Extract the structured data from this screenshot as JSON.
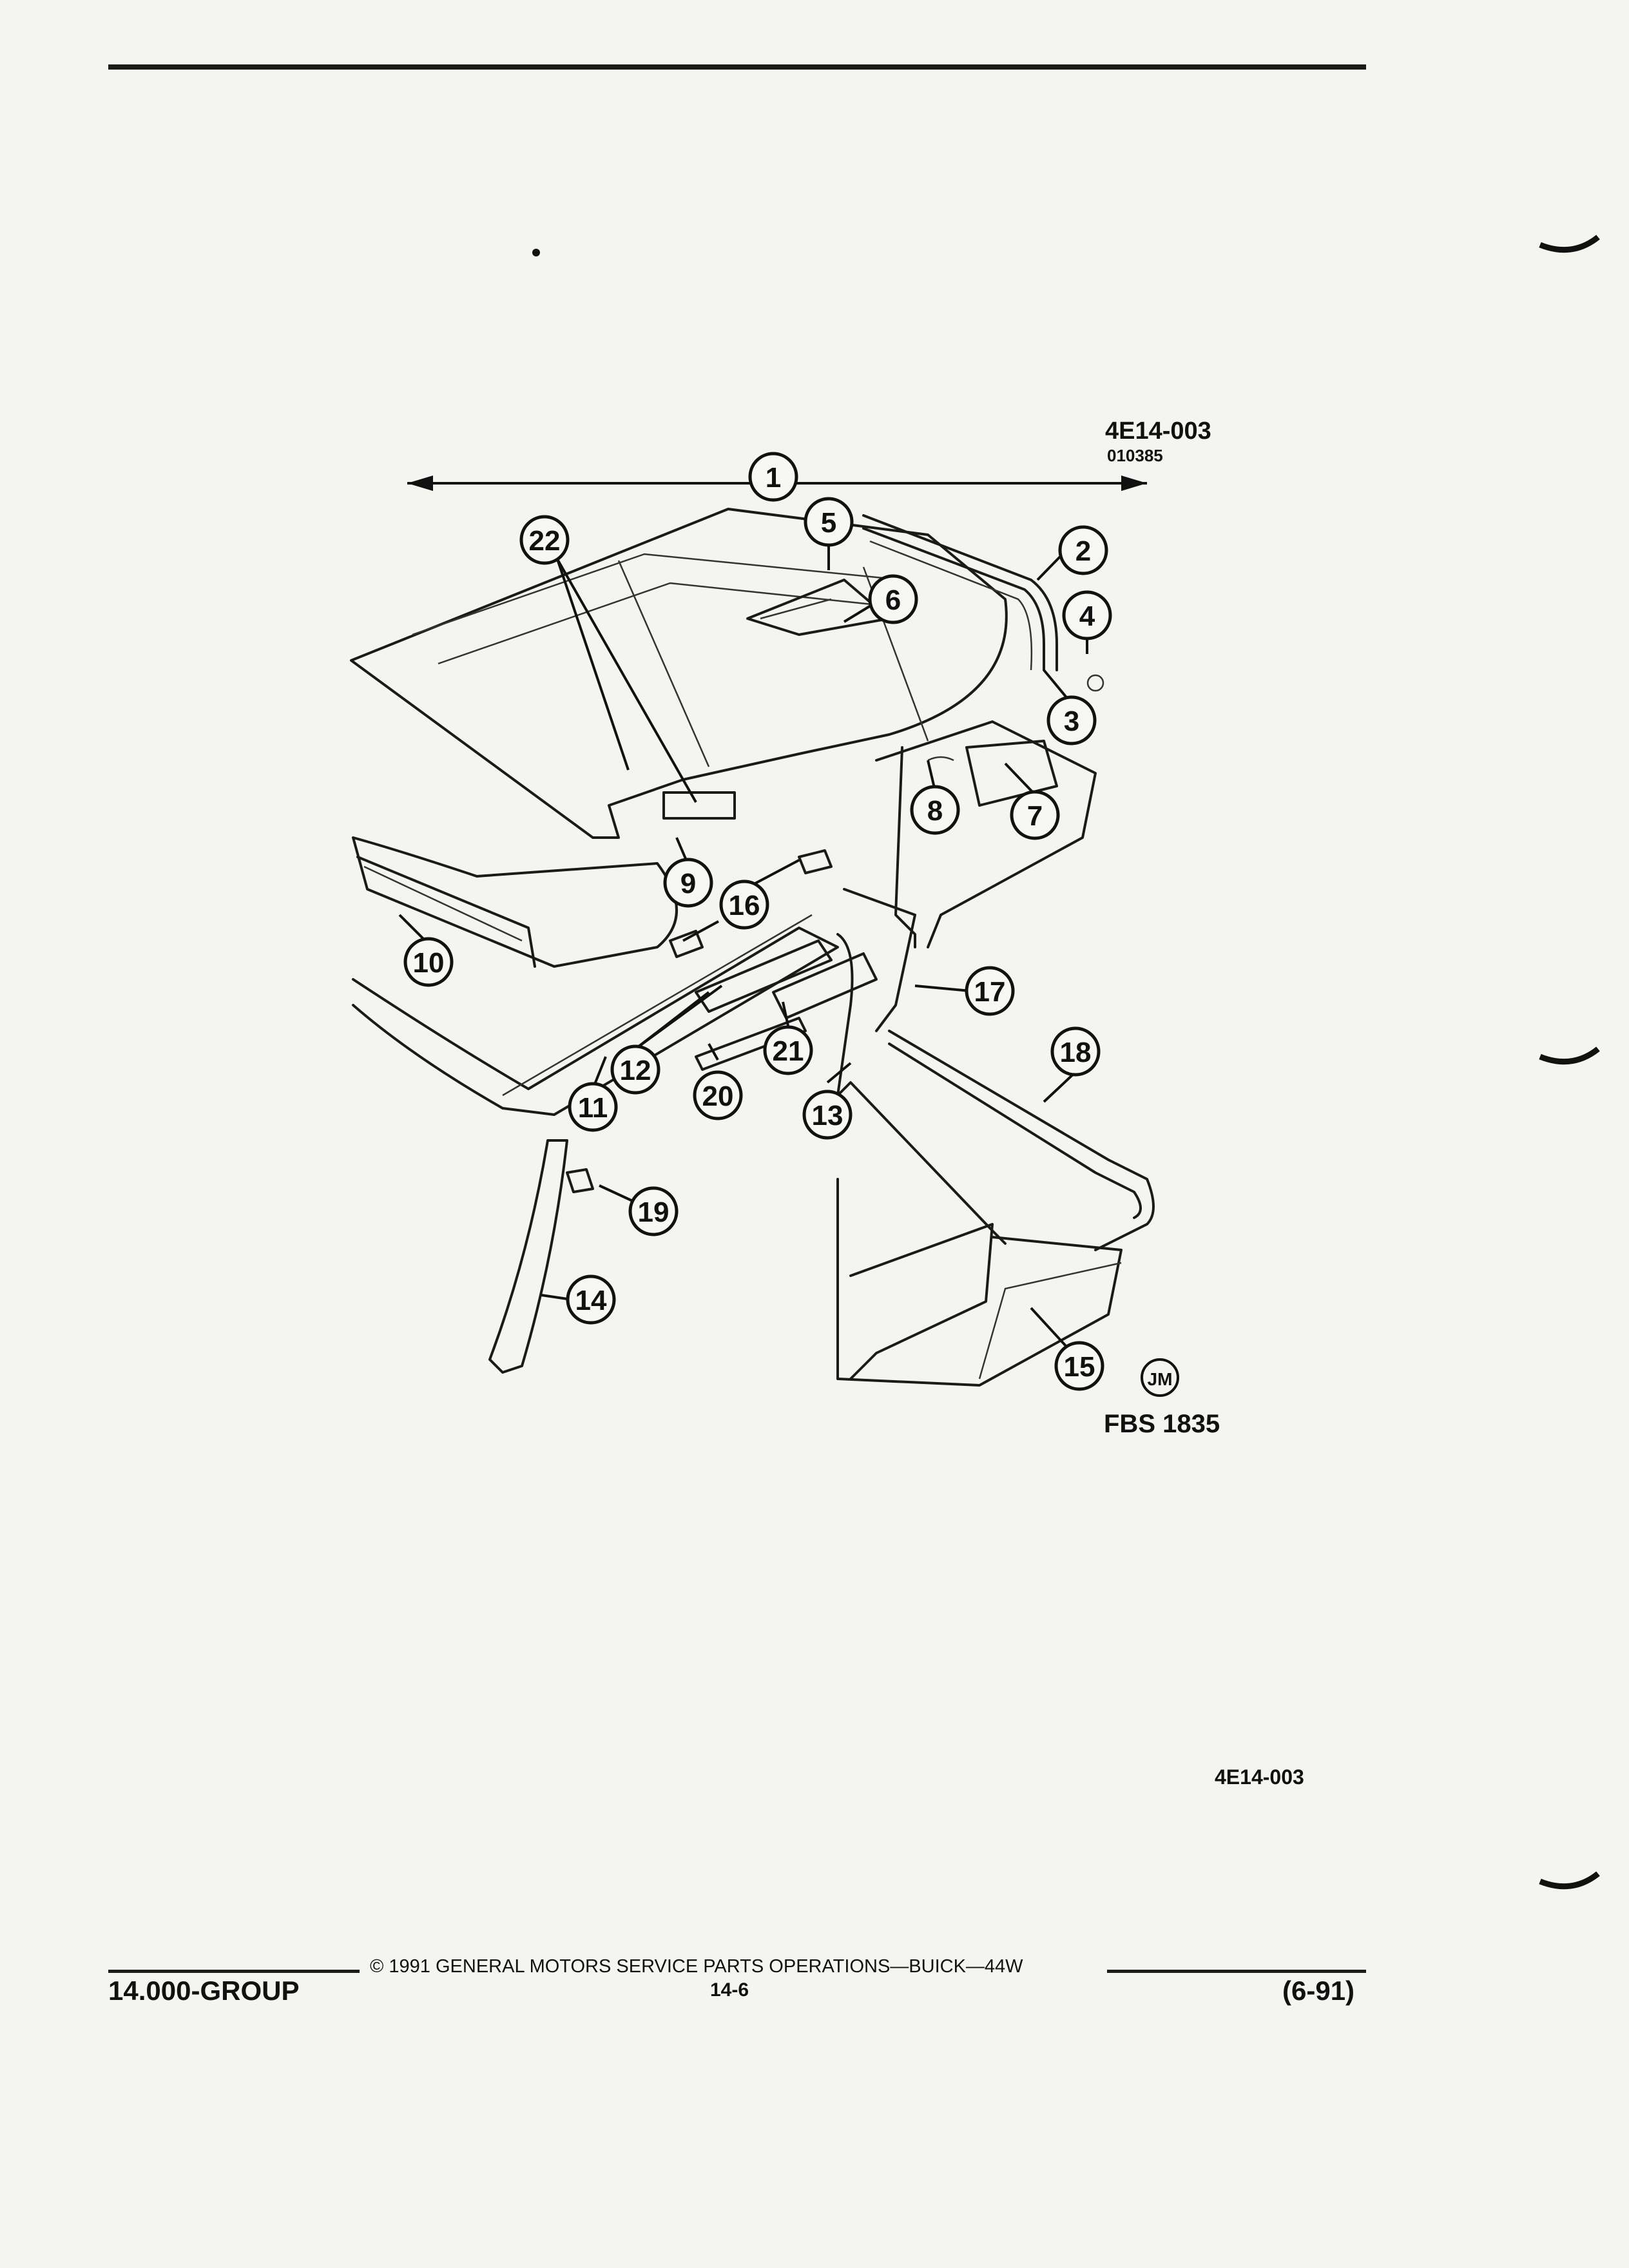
{
  "diagram": {
    "ref_code": "4E14-003",
    "ref_date": "010385",
    "figure_code": "FBS 1835",
    "artist_mark": "JM",
    "bottom_code": "4E14-003",
    "callouts": [
      "1",
      "2",
      "3",
      "4",
      "5",
      "6",
      "7",
      "8",
      "9",
      "10",
      "11",
      "12",
      "13",
      "14",
      "15",
      "16",
      "17",
      "18",
      "19",
      "20",
      "21",
      "22"
    ]
  },
  "footer": {
    "copyright": "© 1991 GENERAL MOTORS SERVICE PARTS OPERATIONS—BUICK—44W",
    "group": "14.000-GROUP",
    "page": "14-6",
    "date": "(6-91)"
  }
}
